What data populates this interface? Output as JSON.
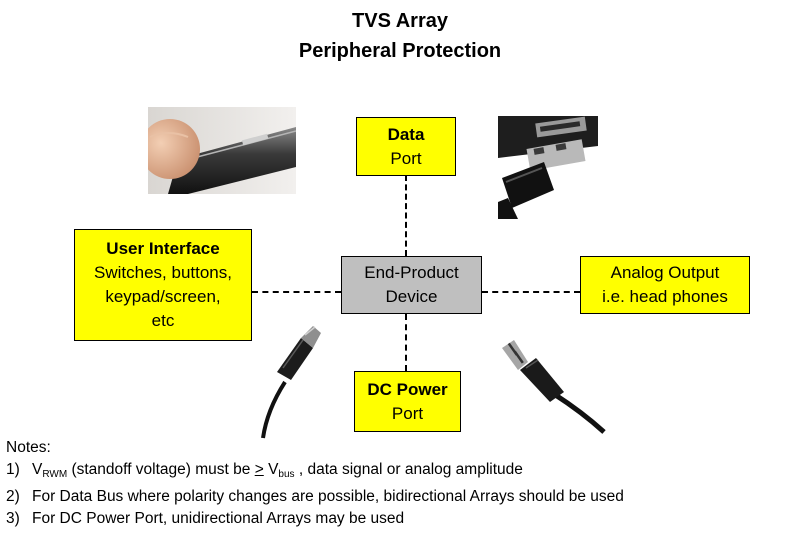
{
  "title": {
    "line1": "TVS Array",
    "line2": "Peripheral Protection"
  },
  "nodes": {
    "data_port": {
      "head": "Data",
      "sub": "Port"
    },
    "user_interface": {
      "head": "User Interface",
      "lines": [
        "Switches, buttons,",
        "keypad/screen,",
        "etc"
      ]
    },
    "end_product": {
      "lines": [
        "End-Product",
        "Device"
      ]
    },
    "analog_output": {
      "lines": [
        "Analog Output",
        "i.e. head phones"
      ]
    },
    "dc_power": {
      "head": "DC Power",
      "sub": "Port"
    }
  },
  "notes": {
    "heading": "Notes:",
    "n1": {
      "num": "1)",
      "v1": "V",
      "sub1": "RWM",
      "text_a": " (standoff voltage) must be ",
      "ge": ">",
      "v2": " V",
      "sub2": "bus",
      "text_b": " , data signal or analog amplitude"
    },
    "n2": {
      "num": "2)",
      "text": "For Data Bus where polarity changes are possible, bidirectional Arrays should be used"
    },
    "n3": {
      "num": "3)",
      "text": "For DC Power Port, unidirectional Arrays may be used"
    }
  },
  "colors": {
    "port_box": "#ffff00",
    "device_box": "#bfbfbf",
    "connector_line": "#000000"
  },
  "icons": [
    "finger-button-photo",
    "usb-plug-photo",
    "dc-barrel-plug-photo",
    "audio-jack-plug-photo"
  ]
}
